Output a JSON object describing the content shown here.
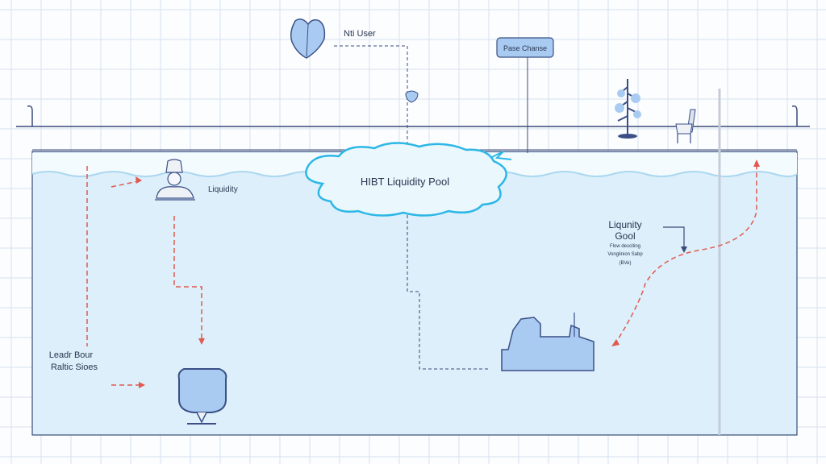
{
  "title": "HIBT Liquidity Pool",
  "user_label": "Nti User",
  "pool_box_label": "Pase Chanse",
  "liquidity_label": "Liquidity",
  "right_label": {
    "line1": "Liqunity",
    "line2": "Gool",
    "line3": "Flow desciting",
    "line4": "Vonglinion Sabp",
    "line5": "(BVe)"
  },
  "left_label": {
    "line1": "Leadr Bour",
    "line2": "Raltic Sioes"
  },
  "colors": {
    "water": "#dceffa",
    "water_edge": "#aad7ef",
    "line": "#3a4a78",
    "cloud_stroke": "#2cb7e6",
    "arrow_red": "#e05a50",
    "grid": "#d7e1ee",
    "icon_fill": "#9fc6f0",
    "icon_stroke": "#3b4f86"
  },
  "icons": [
    "heart-icon",
    "person-icon",
    "tree-icon",
    "chair-icon",
    "vessel-icon",
    "machine-icon",
    "small-shield-icon"
  ]
}
